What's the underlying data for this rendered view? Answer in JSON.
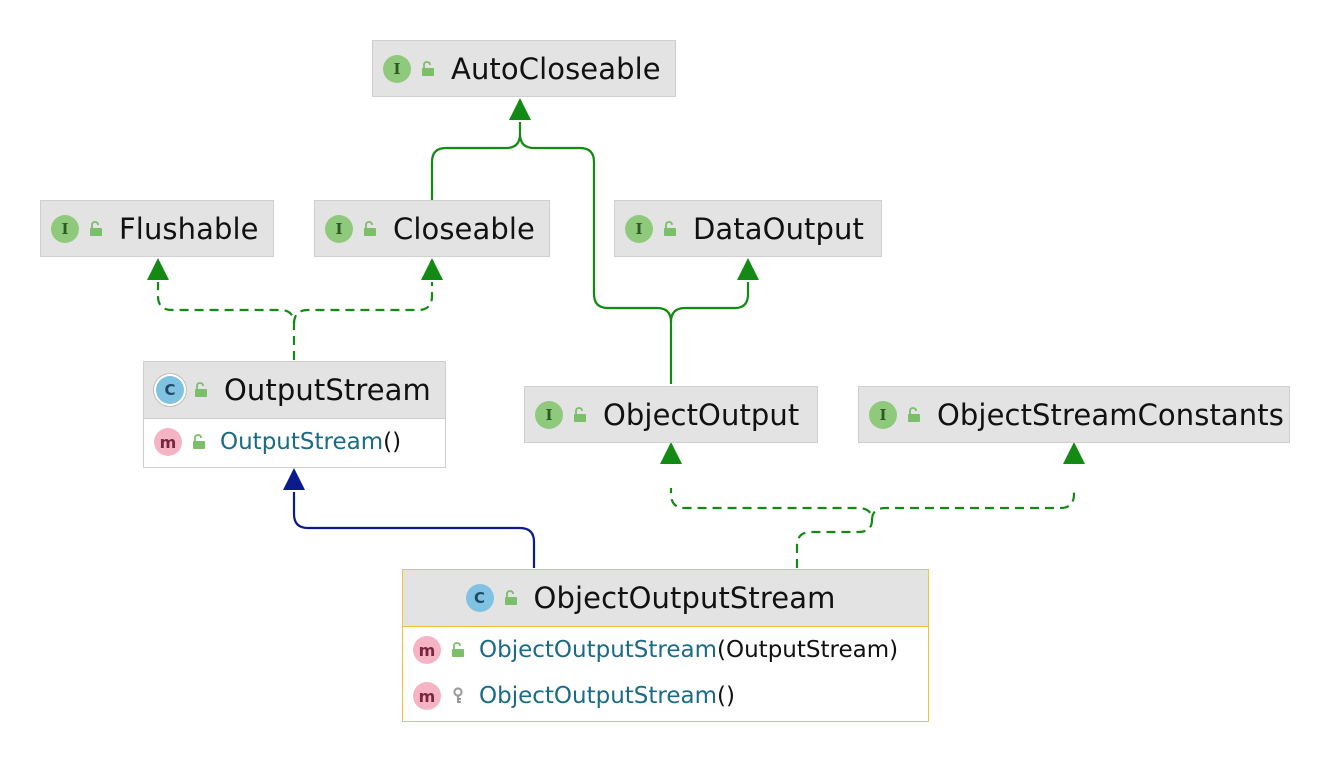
{
  "nodes": {
    "autocloseable": {
      "name": "AutoCloseable",
      "kind": "I"
    },
    "flushable": {
      "name": "Flushable",
      "kind": "I"
    },
    "closeable": {
      "name": "Closeable",
      "kind": "I"
    },
    "dataoutput": {
      "name": "DataOutput",
      "kind": "I"
    },
    "outputstream": {
      "name": "OutputStream",
      "kind": "C",
      "members": [
        {
          "kind": "m",
          "name": "OutputStream",
          "params": "()"
        }
      ]
    },
    "objectoutput": {
      "name": "ObjectOutput",
      "kind": "I"
    },
    "objectstreamconstants": {
      "name": "ObjectStreamConstants",
      "kind": "I"
    },
    "objectoutputstream": {
      "name": "ObjectOutputStream",
      "kind": "C",
      "members": [
        {
          "kind": "m",
          "name": "ObjectOutputStream",
          "params": "(OutputStream)"
        },
        {
          "kind": "m",
          "name": "ObjectOutputStream",
          "params": "()"
        }
      ]
    }
  },
  "colors": {
    "implements_edge": "#138a13",
    "extends_edge": "#0b1a8c",
    "selected_border": "#f0c53a",
    "header_bg": "#e3e3e3",
    "member_text": "#1a6b86"
  }
}
